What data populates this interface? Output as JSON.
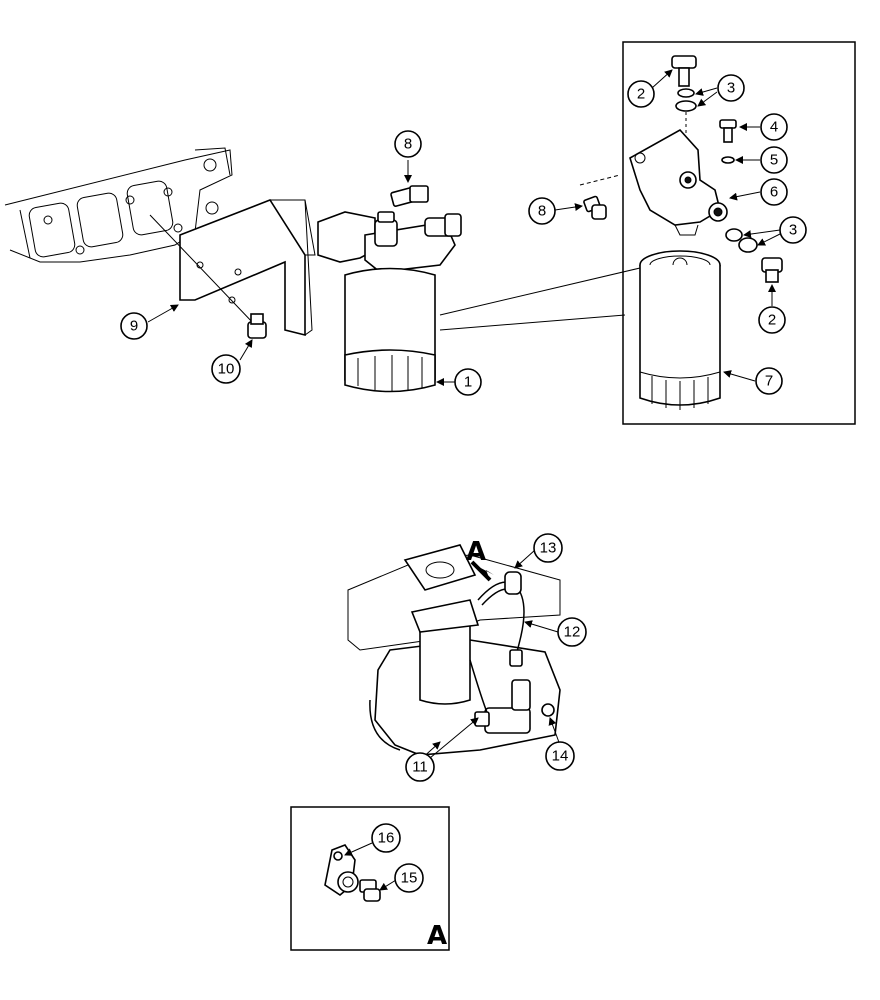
{
  "callouts": {
    "c1": "1",
    "c2a": "2",
    "c2b": "2",
    "c3a": "3",
    "c3b": "3",
    "c4": "4",
    "c5": "5",
    "c6": "6",
    "c7": "7",
    "c8a": "8",
    "c8b": "8",
    "c9": "9",
    "c10": "10",
    "c11": "11",
    "c12": "12",
    "c13": "13",
    "c14": "14",
    "c15": "15",
    "c16": "16"
  },
  "view_labels": {
    "arrow_label": "A",
    "detail_label": "A"
  }
}
